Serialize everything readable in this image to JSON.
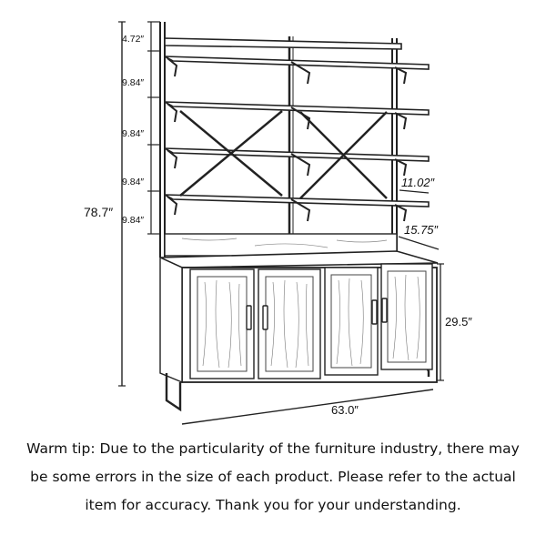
{
  "dimensions": {
    "tier_top": "4.72″",
    "tier_1": "9.84″",
    "tier_2": "9.84″",
    "tier_3": "9.84″",
    "tier_4": "9.84″",
    "total_height": "78.7″",
    "shelf_depth": "11.02″",
    "cabinet_depth": "15.75″",
    "cabinet_height": "29.5″",
    "width": "63.0″"
  },
  "tip": {
    "line1": "Warm tip: Due to the particularity of the furniture industry, there may",
    "line2": "be some errors in the size of each product. Please refer to the actual",
    "line3": "item for accuracy. Thank you for your understanding."
  },
  "colors": {
    "ink": "#111111",
    "wood_line": "#444444",
    "background": "#ffffff"
  }
}
